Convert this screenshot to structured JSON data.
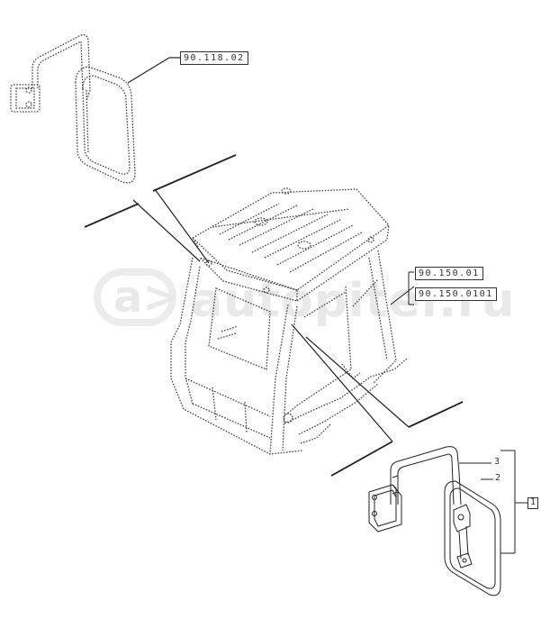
{
  "watermark": {
    "badge": "a>",
    "text": "autopiter.ru"
  },
  "references": {
    "top_mirror": "90.118.02",
    "cab_primary": "90.150.01",
    "cab_secondary": "90.150.0101"
  },
  "callouts": {
    "arm": "3",
    "mirror_head": "2",
    "assembly": "1"
  }
}
